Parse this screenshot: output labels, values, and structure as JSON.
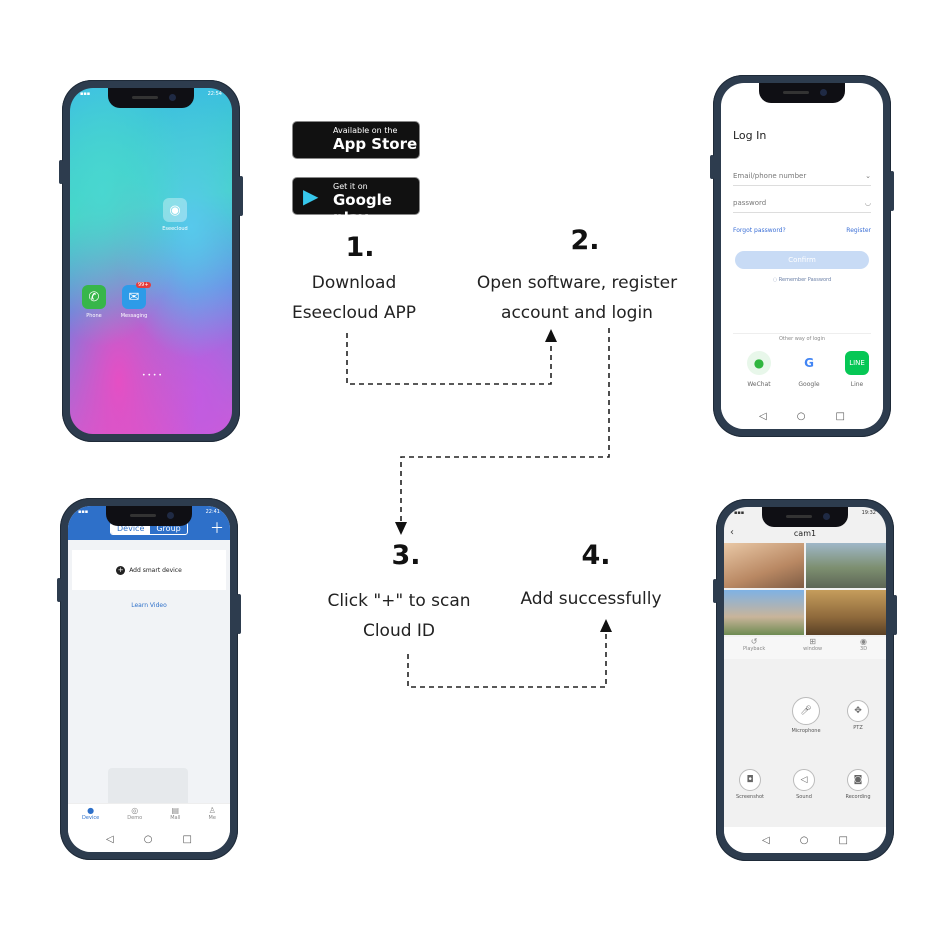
{
  "badges": {
    "appstore": {
      "small": "Available on the",
      "big": "App Store"
    },
    "googleplay": {
      "small": "Get it on",
      "big": "Google play"
    }
  },
  "steps": [
    {
      "num": "1.",
      "lines": [
        "Download",
        "Eseecloud APP"
      ]
    },
    {
      "num": "2.",
      "lines": [
        "Open software, register",
        "account and login"
      ]
    },
    {
      "num": "3.",
      "lines": [
        "Click \"+\" to scan",
        "Cloud ID"
      ]
    },
    {
      "num": "4.",
      "lines": [
        "Add successfully"
      ]
    }
  ],
  "phone1": {
    "status_time": "22:54",
    "app_eseecloud": "Eseecloud",
    "app_phone": "Phone",
    "app_messaging": "Messaging",
    "messaging_badge": "99+"
  },
  "phone2": {
    "title": "Log In",
    "email_placeholder": "Email/phone number",
    "password_placeholder": "password",
    "forgot": "Forgot password?",
    "register": "Register",
    "confirm": "Confirm",
    "remember": "Remember Password",
    "other": "Other way of login",
    "social": [
      "WeChat",
      "Google",
      "Line"
    ]
  },
  "phone3": {
    "status_time": "22:41",
    "tab_device": "Device",
    "tab_group": "Group",
    "add_device": "Add smart device",
    "learn_video": "Learn Video",
    "tabs": [
      "Device",
      "Demo",
      "Mall",
      "Me"
    ]
  },
  "phone4": {
    "status_time": "19:32",
    "title": "cam1",
    "tools": [
      "Playback",
      "window",
      "3D"
    ],
    "controls": [
      "Microphone",
      "PTZ",
      "Screenshot",
      "Sound",
      "Recording"
    ]
  },
  "colors": {
    "phone_frame": "#2d3c4e",
    "accent_blue": "#2e70c9"
  }
}
